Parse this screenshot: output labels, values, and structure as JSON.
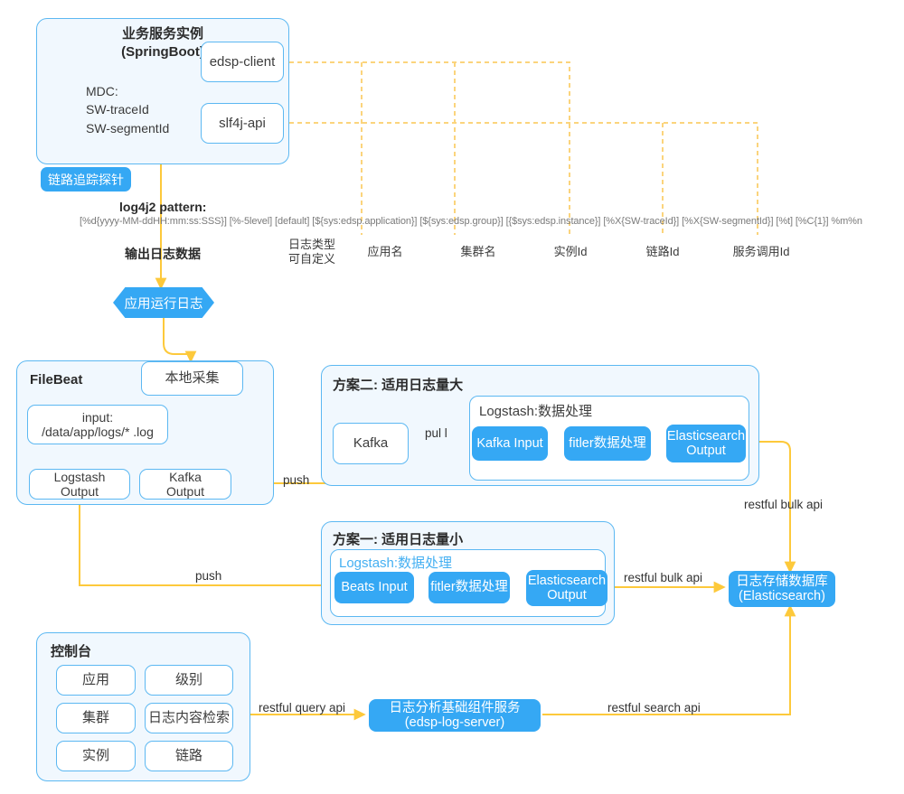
{
  "diagram": {
    "title": "日志采集与分析架构图",
    "colors": {
      "accent_blue": "#35a8f4",
      "panel_fill": "#f1f8fe",
      "panel_border": "#5cb8f2",
      "arrow_yellow": "#fdc93b",
      "arrow_light": "#fbd47c"
    }
  },
  "service_instance": {
    "title": "业务服务实例\n(SpringBoot)",
    "mdc_label": "MDC:\nSW-traceId\nSW-segmentId",
    "components": [
      {
        "label": "edsp-client"
      },
      {
        "label": "slf4j-api"
      }
    ]
  },
  "probe": {
    "label": "链路追踪探针"
  },
  "log_pattern": {
    "title": "log4j2 pattern:",
    "pattern": "[%d{yyyy-MM-ddHH:mm:ss:SSS}] [%-5level] [default] [${sys:edsp.application}] [${sys:edsp.group}] [{$sys:edsp.instance}] [%X{SW-traceId}] [%X{SW-segmentId}] [%t] [%C{1}] %m%n",
    "output_label": "输出日志数据",
    "field_labels": [
      {
        "text": "日志类型\n可自定义"
      },
      {
        "text": "应用名"
      },
      {
        "text": "集群名"
      },
      {
        "text": "实例Id"
      },
      {
        "text": "链路Id"
      },
      {
        "text": "服务调用Id"
      }
    ]
  },
  "runtime_log": {
    "label": "应用运行日志"
  },
  "filebeat": {
    "title": "FileBeat",
    "collector": "本地采集",
    "input": "input:\n/data/app/logs/* .log",
    "outputs": [
      {
        "label": "Logstash\nOutput"
      },
      {
        "label": "Kafka\nOutput"
      }
    ]
  },
  "scheme_two": {
    "title": "方案二: 适用日志量大",
    "kafka": "Kafka",
    "pull_label": "pul l",
    "logstash_title": "Logstash:数据处理",
    "stages": [
      {
        "label": "Kafka Input"
      },
      {
        "label": "fitler数据处理"
      },
      {
        "label": "Elasticsearch\nOutput"
      }
    ]
  },
  "scheme_one": {
    "title": "方案一: 适用日志量小",
    "logstash_title": "Logstash:数据处理",
    "stages": [
      {
        "label": "Beats Input"
      },
      {
        "label": "fitler数据处理"
      },
      {
        "label": "Elasticsearch\nOutput"
      }
    ]
  },
  "storage": {
    "label": "日志存储数据库\n(Elasticsearch)"
  },
  "log_server": {
    "label": "日志分析基础组件服务\n(edsp-log-server)"
  },
  "console": {
    "title": "控制台",
    "items": [
      {
        "label": "应用"
      },
      {
        "label": "级别"
      },
      {
        "label": "集群"
      },
      {
        "label": "日志内容检索"
      },
      {
        "label": "实例"
      },
      {
        "label": "链路"
      }
    ]
  },
  "flow_labels": {
    "push_kafka": "push",
    "push_beats": "push",
    "restful_bulk_api_two": "restful bulk api",
    "restful_bulk_api_one": "restful bulk api",
    "restful_query_api": "restful query api",
    "restful_search_api": "restful search api"
  }
}
